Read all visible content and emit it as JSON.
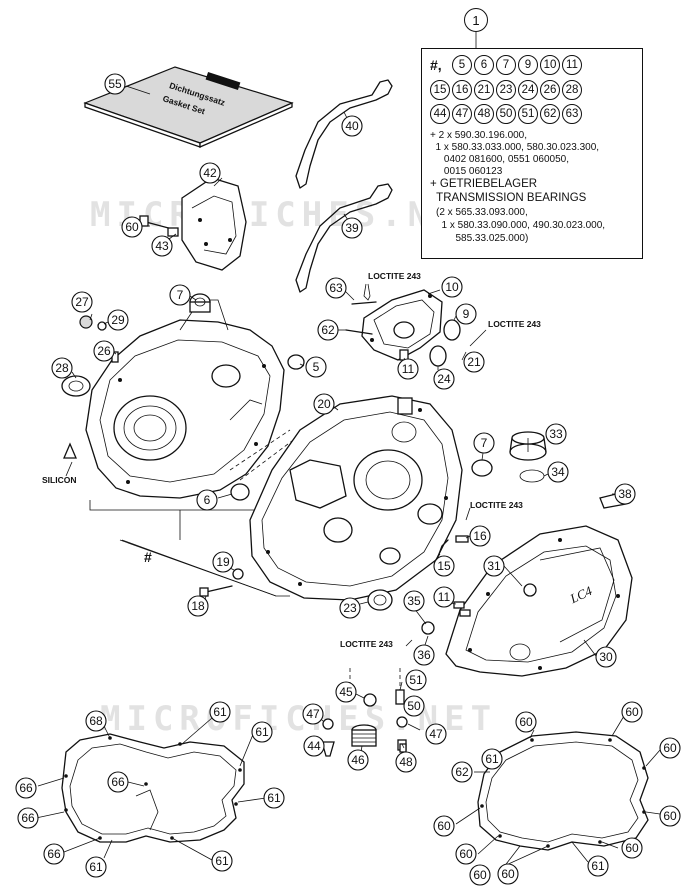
{
  "watermark": {
    "text": "MICROFICHES.NET"
  },
  "legend": {
    "header_callout": "1",
    "hash": "#,",
    "callout_row1": [
      "5",
      "6",
      "7",
      "9",
      "10",
      "11"
    ],
    "callout_row2": [
      "15",
      "16",
      "21",
      "23",
      "24",
      "26",
      "28"
    ],
    "callout_row3": [
      "44",
      "47",
      "48",
      "50",
      "51",
      "62",
      "63"
    ],
    "parts_list": [
      "+ 2 x 590.30.196.000,",
      "  1 x 580.33.033.000, 580.30.023.300,",
      "     0402 081600, 0551 060050,",
      "     0015 060123"
    ],
    "bearings_title": "+ GETRIEBELAGER\n  TRANSMISSION BEARINGS",
    "bearings_list": "(2 x 565.33.093.000,\n  1 x 580.33.090.000, 490.30.023.000,\n       585.33.025.000)"
  },
  "labels": {
    "loctite_a": "LOCTITE 243",
    "loctite_b": "LOCTITE 243",
    "loctite_c": "LOCTITE 243",
    "loctite_d": "LOCTITE 243",
    "silicon": "SILICON",
    "hash_mark": "#"
  },
  "gasket_set": {
    "line1": "Dichtungssatz",
    "line2": "Gasket Set"
  },
  "cover_logo": "LC4",
  "callouts": {
    "c55": "55",
    "c40": "40",
    "c42": "42",
    "c39": "39",
    "c60a": "60",
    "c43": "43",
    "c7a": "7",
    "c27": "27",
    "c29": "29",
    "c26": "26",
    "c28": "28",
    "c5": "5",
    "c63": "63",
    "c10": "10",
    "c9": "9",
    "c62": "62",
    "c11a": "11",
    "c24": "24",
    "c21": "21",
    "c20": "20",
    "c7b": "7",
    "c33": "33",
    "c34": "34",
    "c6": "6",
    "c38": "38",
    "c16": "16",
    "c19": "19",
    "c18": "18",
    "c15": "15",
    "c31": "31",
    "c23": "23",
    "c35": "35",
    "c11b": "11",
    "c36": "36",
    "c30": "30",
    "c45": "45",
    "c51": "51",
    "c47a": "47",
    "c47b": "47",
    "c44": "44",
    "c46": "46",
    "c50": "50",
    "c48": "48",
    "c68": "68",
    "c61a": "61",
    "c61b": "61",
    "c66a": "66",
    "c66b": "66",
    "c61c": "61",
    "c66c": "66",
    "c66d": "66",
    "c61d": "61",
    "c61e": "61",
    "c60b": "60",
    "c60c": "60",
    "c61f": "61",
    "c60d": "60",
    "c62b": "62",
    "c60e": "60",
    "c60f": "60",
    "c60g": "60",
    "c60h": "60",
    "c60i": "60",
    "c61g": "61",
    "c60j": "60"
  }
}
